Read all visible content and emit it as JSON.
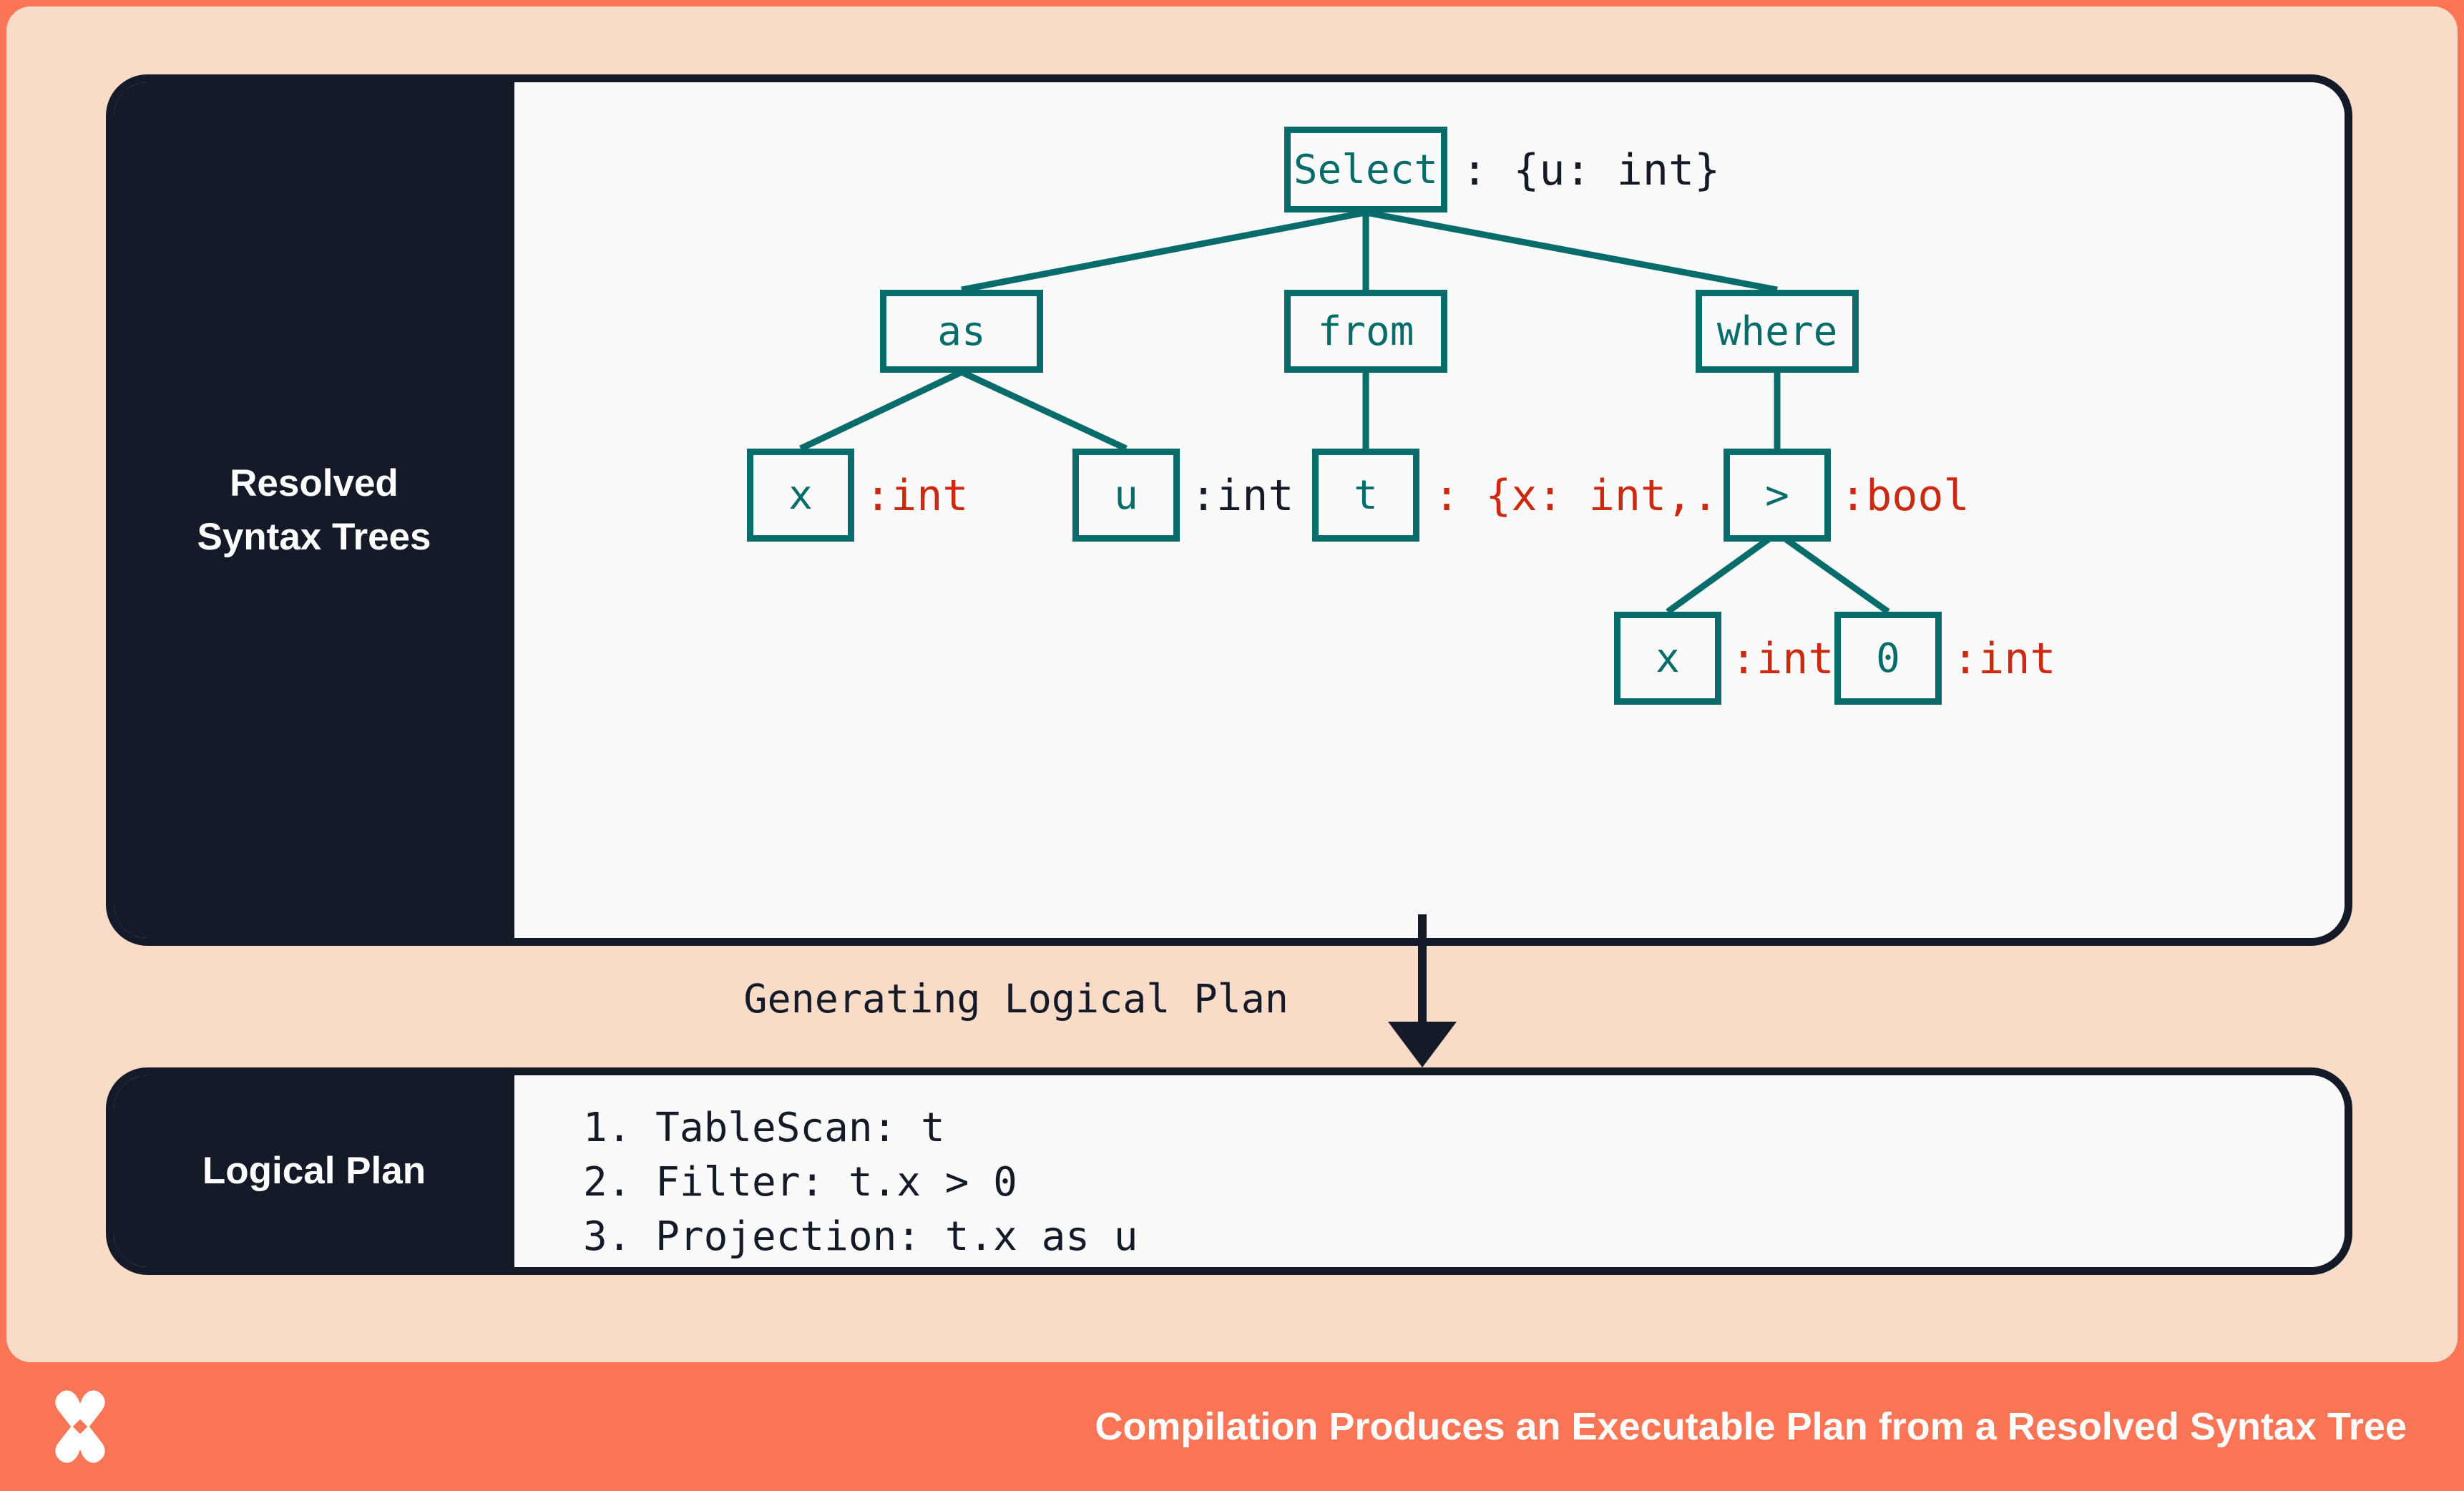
{
  "colors": {
    "frame_orange": "#F97555",
    "background_peach": "#F9DCC8",
    "panel_dark": "#141A27",
    "canvas": "#FAFAFB",
    "node_teal": "#076C6A",
    "annotation_red": "#CB2A11",
    "annotation_dark": "#141A27"
  },
  "tree_panel": {
    "label_line1": "Resolved",
    "label_line2": "Syntax Trees",
    "nodes": [
      {
        "id": "select",
        "label": "Select",
        "annotation": ": {u: int}",
        "annotation_color": "dark"
      },
      {
        "id": "as",
        "label": "as",
        "annotation": "",
        "annotation_color": ""
      },
      {
        "id": "from",
        "label": "from",
        "annotation": "",
        "annotation_color": ""
      },
      {
        "id": "where",
        "label": "where",
        "annotation": "",
        "annotation_color": ""
      },
      {
        "id": "as-x",
        "label": "x",
        "annotation": ":int",
        "annotation_color": "red"
      },
      {
        "id": "as-u",
        "label": "u",
        "annotation": ":int",
        "annotation_color": "dark"
      },
      {
        "id": "from-t",
        "label": "t",
        "annotation": ": {x: int,...}",
        "annotation_color": "red"
      },
      {
        "id": "gt",
        "label": ">",
        "annotation": ":bool",
        "annotation_color": "red"
      },
      {
        "id": "gt-x",
        "label": "x",
        "annotation": ":int",
        "annotation_color": "red"
      },
      {
        "id": "gt-0",
        "label": "0",
        "annotation": ":int",
        "annotation_color": "red"
      }
    ]
  },
  "transition": {
    "arrow_label": "Generating Logical Plan"
  },
  "plan_panel": {
    "label": "Logical Plan",
    "steps": [
      "1. TableScan: t",
      "2. Filter: t.x > 0",
      "3. Projection: t.x as u"
    ]
  },
  "footer": {
    "caption": "Compilation Produces an Executable Plan from a Resolved Syntax Tree",
    "logo_name": "x-mark-logo"
  }
}
